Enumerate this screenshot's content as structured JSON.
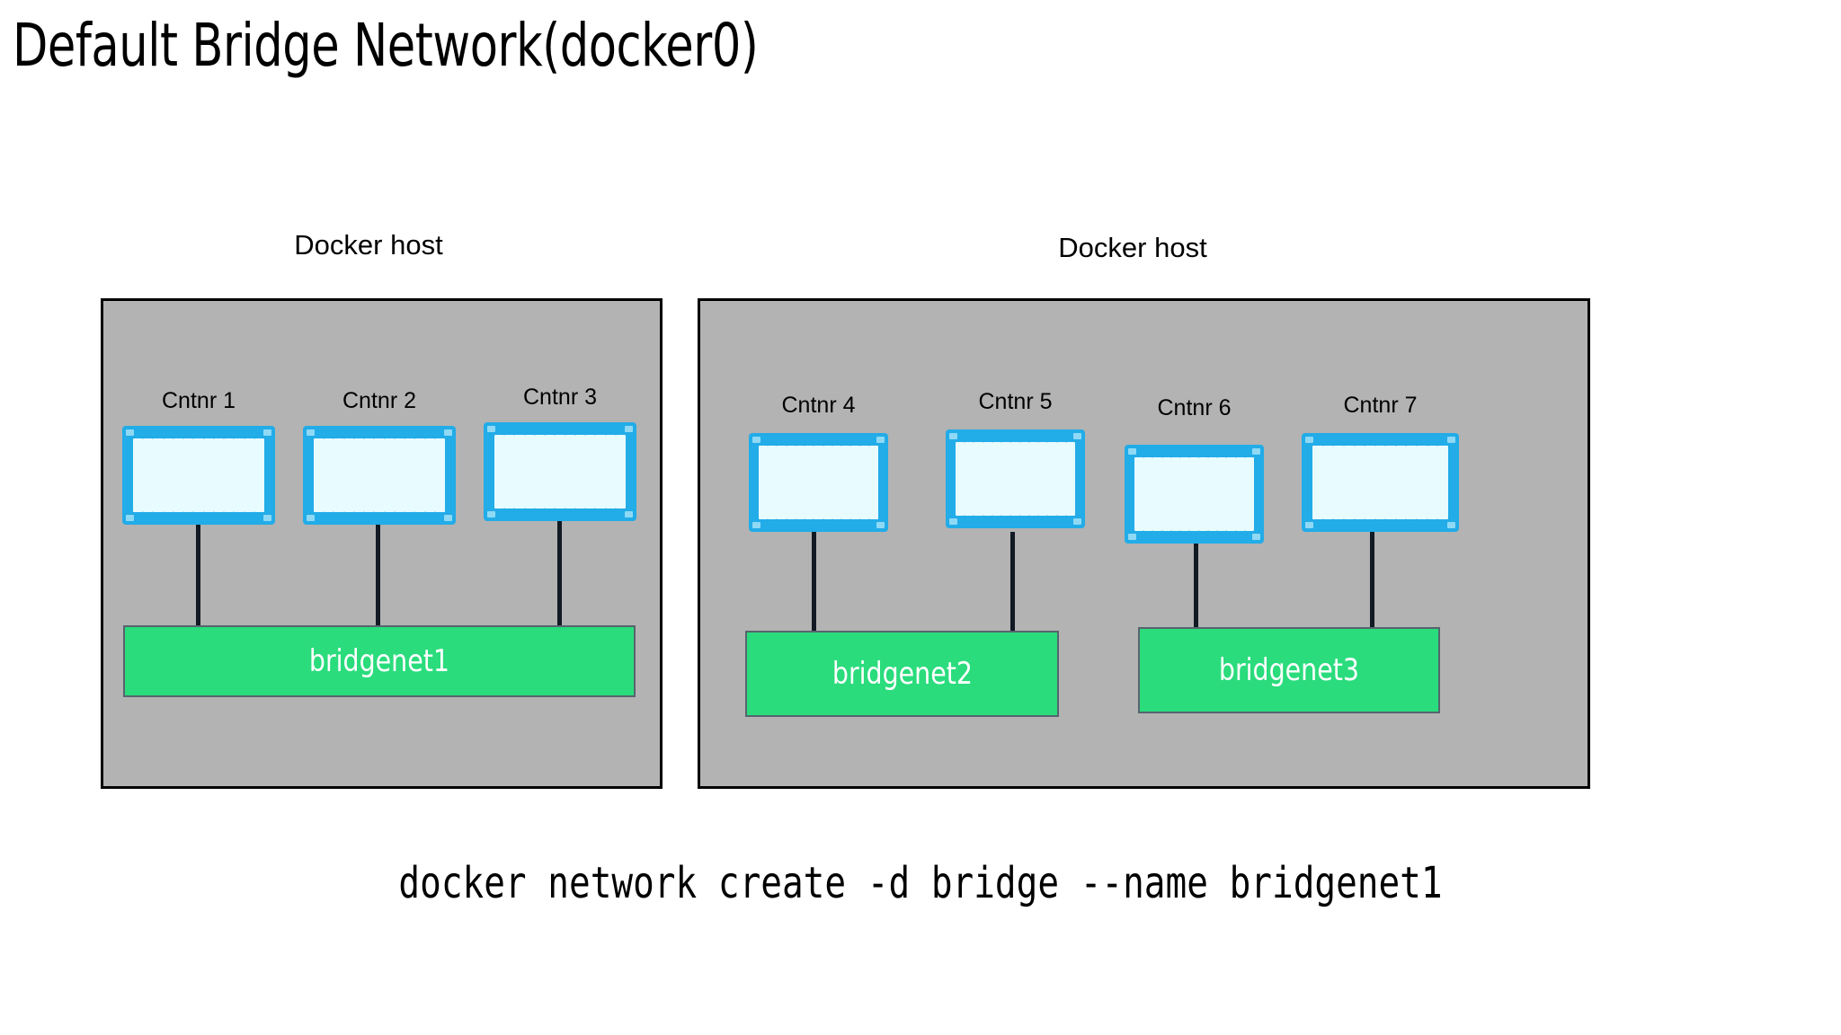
{
  "title": "Default Bridge Network(docker0)",
  "command": "docker network create -d bridge --name bridgenet1",
  "colors": {
    "host_fill": "#b3b3b3",
    "host_border": "#000000",
    "container_blue": "#22ACE8",
    "container_stripe": "#E8FBFF",
    "network_green": "#2ADC7C",
    "network_border": "#57646E",
    "link_line": "#121a24",
    "background": "#ffffff",
    "text": "#000000"
  },
  "hosts": [
    {
      "title": "Docker host",
      "containers": [
        {
          "label": "Cntnr 1"
        },
        {
          "label": "Cntnr 2"
        },
        {
          "label": "Cntnr 3"
        }
      ],
      "networks": [
        {
          "label": "bridgenet1"
        }
      ]
    },
    {
      "title": "Docker host",
      "containers": [
        {
          "label": "Cntnr 4"
        },
        {
          "label": "Cntnr 5"
        },
        {
          "label": "Cntnr 6"
        },
        {
          "label": "Cntnr 7"
        }
      ],
      "networks": [
        {
          "label": "bridgenet2"
        },
        {
          "label": "bridgenet3"
        }
      ]
    }
  ]
}
